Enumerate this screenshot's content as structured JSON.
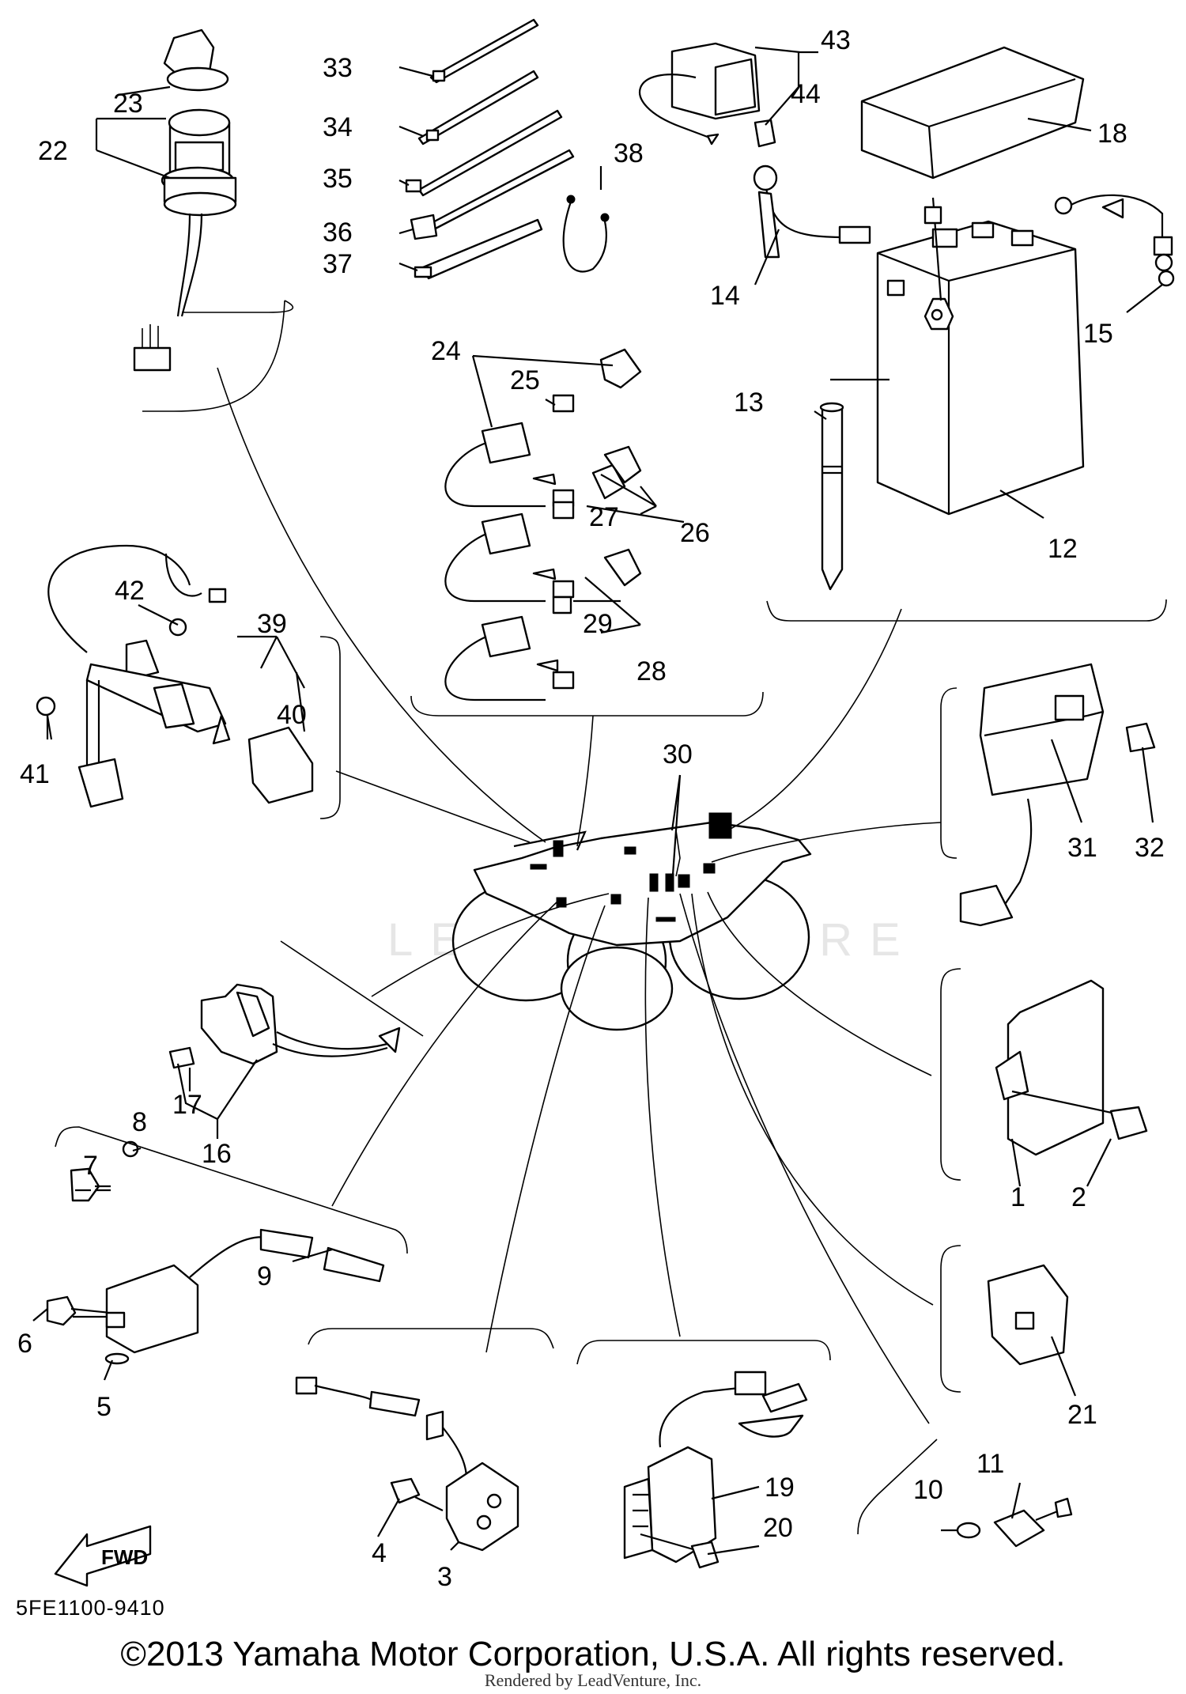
{
  "diagram": {
    "part_code": "5FE1100-9410",
    "copyright": "©2013 Yamaha Motor Corporation, U.S.A. All rights reserved.",
    "render_credit": "Rendered by LeadVenture, Inc.",
    "watermark": "LEADVENTURE",
    "fwd_label": "FWD",
    "callouts": {
      "c1": "1",
      "c2": "2",
      "c3": "3",
      "c4": "4",
      "c5": "5",
      "c6": "6",
      "c7": "7",
      "c8": "8",
      "c9": "9",
      "c10": "10",
      "c11": "11",
      "c12": "12",
      "c13": "13",
      "c14": "14",
      "c15": "15",
      "c16": "16",
      "c17": "17",
      "c18": "18",
      "c19": "19",
      "c20": "20",
      "c21": "21",
      "c22": "22",
      "c23": "23",
      "c24": "24",
      "c25": "25",
      "c26": "26",
      "c27": "27",
      "c28": "28",
      "c29": "29",
      "c30": "30",
      "c31": "31",
      "c32": "32",
      "c33": "33",
      "c34": "34",
      "c35": "35",
      "c36": "36",
      "c37": "37",
      "c38": "38",
      "c39": "39",
      "c40": "40",
      "c41": "41",
      "c42": "42",
      "c43": "43",
      "c44": "44"
    }
  }
}
